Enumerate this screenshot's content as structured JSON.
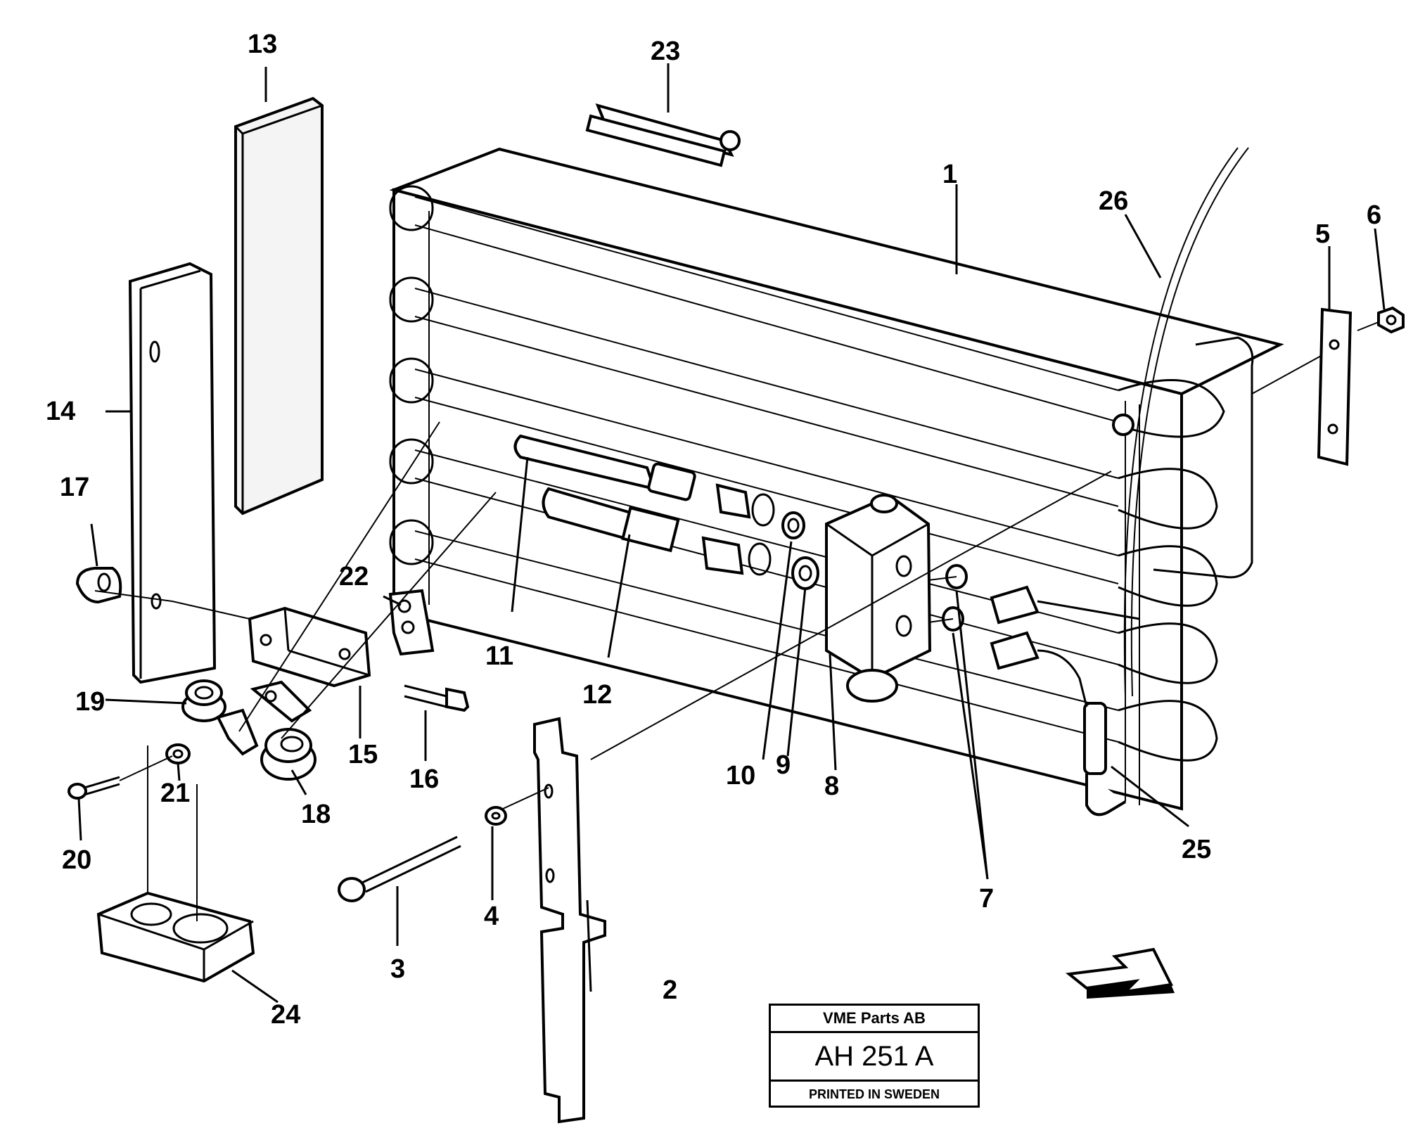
{
  "diagram": {
    "callouts": [
      {
        "id": "c1",
        "label": "1"
      },
      {
        "id": "c2",
        "label": "2"
      },
      {
        "id": "c3",
        "label": "3"
      },
      {
        "id": "c4",
        "label": "4"
      },
      {
        "id": "c5",
        "label": "5"
      },
      {
        "id": "c6",
        "label": "6"
      },
      {
        "id": "c7",
        "label": "7"
      },
      {
        "id": "c8",
        "label": "8"
      },
      {
        "id": "c9",
        "label": "9"
      },
      {
        "id": "c10",
        "label": "10"
      },
      {
        "id": "c11",
        "label": "11"
      },
      {
        "id": "c12",
        "label": "12"
      },
      {
        "id": "c13",
        "label": "13"
      },
      {
        "id": "c14",
        "label": "14"
      },
      {
        "id": "c15",
        "label": "15"
      },
      {
        "id": "c16",
        "label": "16"
      },
      {
        "id": "c17",
        "label": "17"
      },
      {
        "id": "c18",
        "label": "18"
      },
      {
        "id": "c19",
        "label": "19"
      },
      {
        "id": "c20",
        "label": "20"
      },
      {
        "id": "c21",
        "label": "21"
      },
      {
        "id": "c22",
        "label": "22"
      },
      {
        "id": "c23",
        "label": "23"
      },
      {
        "id": "c24",
        "label": "24"
      },
      {
        "id": "c25",
        "label": "25"
      },
      {
        "id": "c26",
        "label": "26"
      }
    ]
  },
  "title_block": {
    "company": "VME Parts AB",
    "code": "AH 251  A",
    "printed": "PRINTED IN SWEDEN"
  }
}
